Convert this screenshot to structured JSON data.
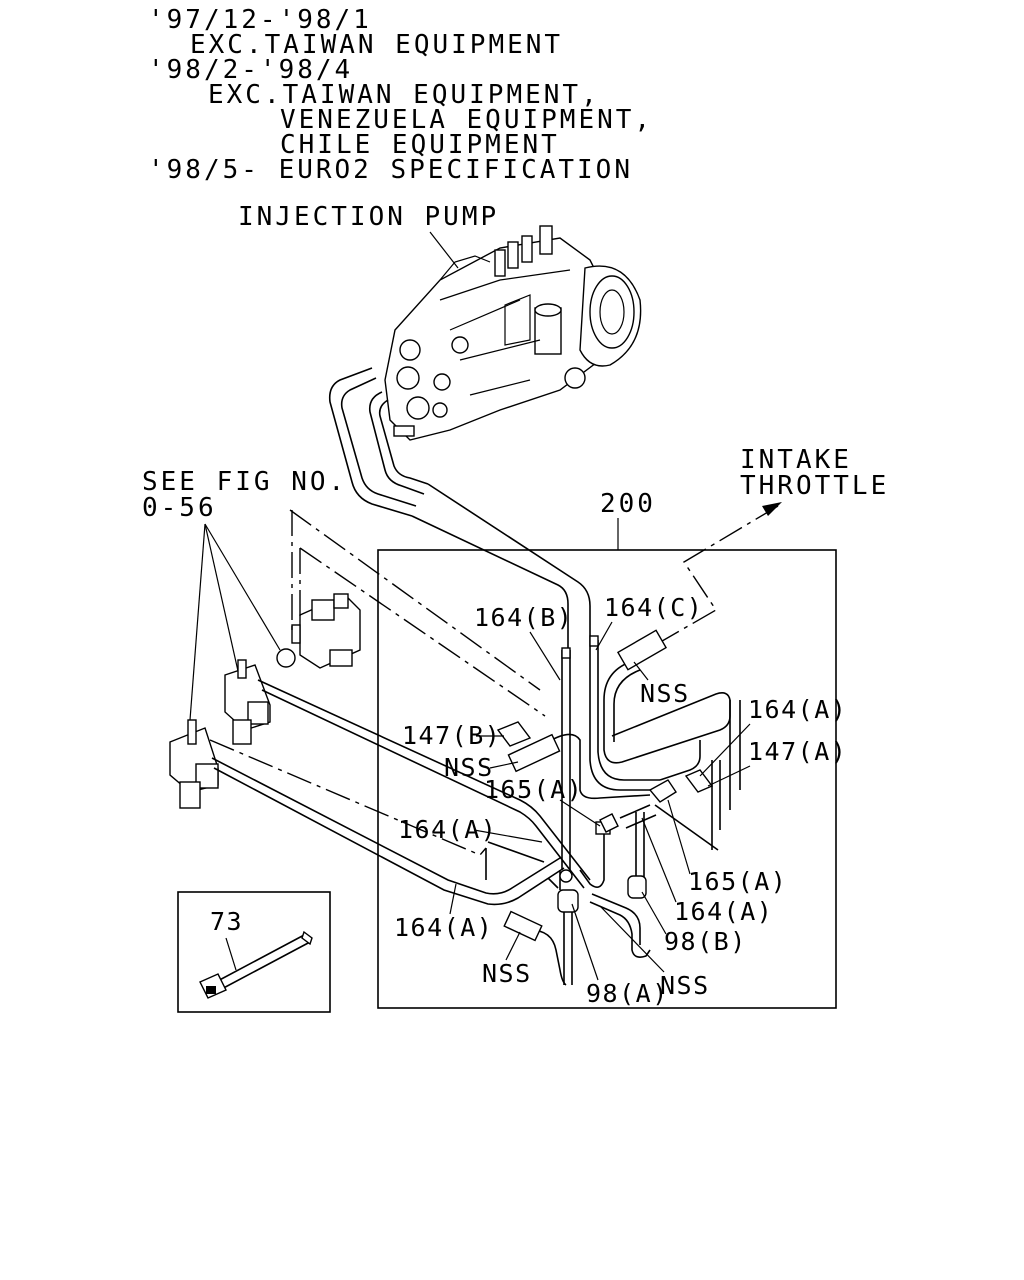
{
  "header": {
    "lines": [
      "'97/12-'98/1",
      "EXC.TAIWAN EQUIPMENT",
      "'98/2-'98/4",
      "EXC.TAIWAN EQUIPMENT,",
      "VENEZUELA EQUIPMENT,",
      "CHILE EQUIPMENT",
      "'98/5- EURO2 SPECIFICATION"
    ]
  },
  "labels": {
    "injection_pump": "INJECTION PUMP",
    "intake_1": "INTAKE",
    "intake_2": "THROTTLE",
    "see_fig_1": "SEE FIG NO.",
    "see_fig_2": "0-56",
    "box_200": "200",
    "p164b": "164(B)",
    "p164c": "164(C)",
    "nss1": "NSS",
    "p164a_r": "164(A)",
    "p147a": "147(A)",
    "p147b": "147(B)",
    "nss2": "NSS",
    "p165a_1": "165(A)",
    "p164a_m": "164(A)",
    "p165a_2": "165(A)",
    "p164a_b": "164(A)",
    "p98b": "98(B)",
    "p164a_l": "164(A)",
    "nss3": "NSS",
    "nss4": "NSS",
    "p98a": "98(A)",
    "p73": "73"
  },
  "colors": {
    "ink": "#000000",
    "paper": "#ffffff"
  }
}
